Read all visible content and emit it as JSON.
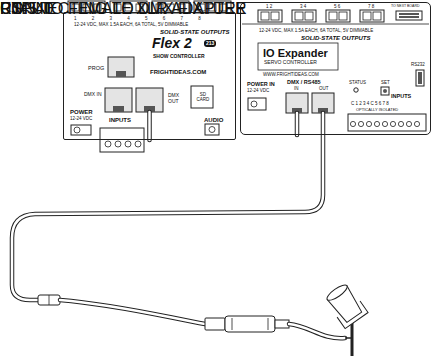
{
  "diagram": {
    "nodes": [
      {
        "text": [
          "1 2 3 4 5 6 7 8",
          "12-24 VDC, MAX 1.5A EACH, 6A TOTAL, 5V DIMMABLE",
          "SOLID-STATE OUTPUTS",
          "Flex 2",
          "213",
          "SHOW CONTROLLER",
          "PROG",
          "FRIGHTIDEAS.COM",
          "DMX IN",
          "DMX OUT",
          "SD CARD",
          "POWER",
          "12-24 VDC",
          "INPUTS",
          "AUDIO"
        ]
      },
      {
        "text": [
          "1 2",
          "3 4",
          "5 6",
          "7 8",
          "TO NEXT BOARD",
          "12-24 VDC, MAX 1.5A EACH, 6A TOTAL, 5V DIMMABLE",
          "SOLID-STATE OUTPUTS",
          "IO Expander",
          "SERVO CONTROLLER",
          "WWW.FRIGHTIDEAS.COM",
          "RS232",
          "POWER IN",
          "12-24 VDC",
          "DMX / RS485",
          "IN",
          "OUT",
          "STATUS",
          "SET",
          "INPUTS",
          "C 1 2 3 4 C 5 6 7 8",
          "OPTICALLY ISOLATED"
        ]
      }
    ],
    "edges": [
      {
        "from": 0,
        "to": 1,
        "arrow": "none"
      }
    ],
    "labels": [
      "RS",
      "UTPUT",
      "CONNECTING TO DMX FIXTURE",
      "RJ45 TO FEMALE XLR ADAPTER",
      "PN:340"
    ]
  }
}
